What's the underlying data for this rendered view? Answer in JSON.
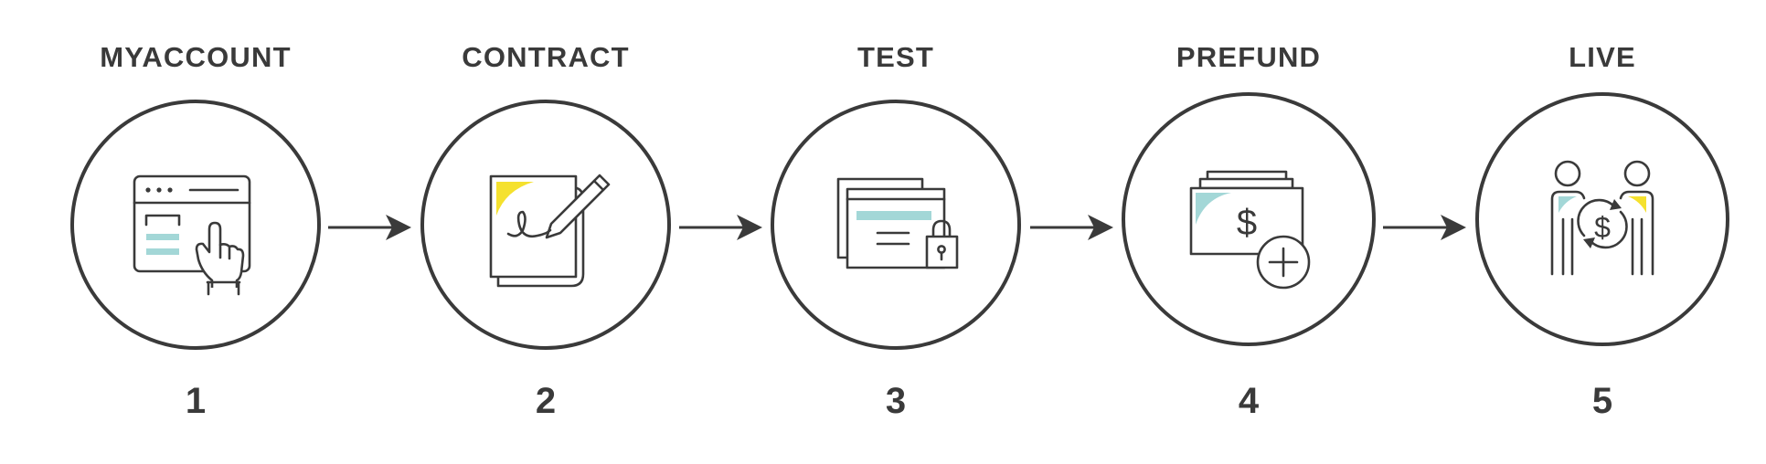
{
  "colors": {
    "ink": "#3a3a3a",
    "teal": "#a3d7d7",
    "yellow": "#f5e12e",
    "background": "#ffffff"
  },
  "steps": [
    {
      "title": "MYACCOUNT",
      "number": "1",
      "icon": "browser-hand-click-icon"
    },
    {
      "title": "CONTRACT",
      "number": "2",
      "icon": "contract-pen-signature-icon"
    },
    {
      "title": "TEST",
      "number": "3",
      "icon": "windows-lock-icon"
    },
    {
      "title": "PREFUND",
      "number": "4",
      "icon": "money-stack-plus-icon"
    },
    {
      "title": "LIVE",
      "number": "5",
      "icon": "people-money-exchange-icon"
    }
  ]
}
